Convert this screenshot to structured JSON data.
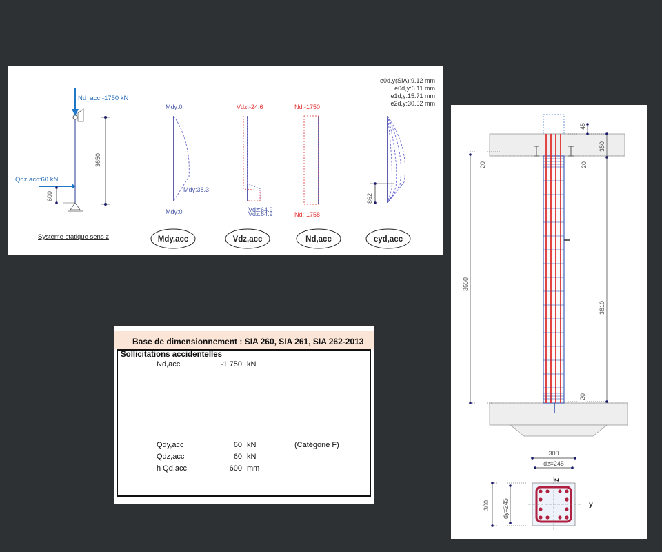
{
  "static": {
    "nd_label": "Nd_acc:-1750 kN",
    "qd_label": "Qdz,acc:60 kN",
    "dim_height": "3650",
    "dim_600": "600",
    "system_label": "Système statique sens z",
    "top": {
      "mdy": "Mdy:0",
      "vdz": "Vdz:-24.6",
      "nd": "Nd:-1750"
    },
    "bottom": {
      "mdy": "Mdy:0",
      "mdy_mid": "Mdy:38.3",
      "vdz_a": "Vdz:64.9",
      "vdz_b": "Vdz:64.9",
      "nd": "Nd:-1758",
      "eyd_dim": "862"
    },
    "ellipses": [
      "Mdy,acc",
      "Vdz,acc",
      "Nd,acc",
      "eyd,acc"
    ],
    "ecc": [
      "e0d,y(SIA):9.12 mm",
      "e0d,y:6.11 mm",
      "e1d,y:15.71 mm",
      "e2d,y:30.52 mm"
    ]
  },
  "column": {
    "d45": "45",
    "d350": "350",
    "d20_left": "20",
    "d20_right": "20",
    "d3650": "3650",
    "d3610": "3610",
    "d20_bottom": "20",
    "d300_top": "300",
    "dz": "dz=245",
    "d300_left": "300",
    "dy": "dy=245",
    "axis_z": "z",
    "axis_y": "y"
  },
  "table": {
    "header": "Base de dimensionnement : SIA 260, SIA 261, SIA 262-2013",
    "title": "Sollicitations accidentelles",
    "rows": [
      {
        "label": "Nd,acc",
        "value": "-1 750",
        "unit": "kN",
        "note": ""
      },
      {
        "label": "Qdy,acc",
        "value": "60",
        "unit": "kN",
        "note": "(Catégorie F)"
      },
      {
        "label": "Qdz,acc",
        "value": "60",
        "unit": "kN",
        "note": ""
      },
      {
        "label": "h Qd,acc",
        "value": "600",
        "unit": "mm",
        "note": ""
      }
    ]
  },
  "colors": {
    "background": "#2e3133",
    "column_blue": "#1a1a8c",
    "rebar_red": "#e03030",
    "load_blue": "#1f77c8",
    "header_fill": "#fbe5d6"
  }
}
